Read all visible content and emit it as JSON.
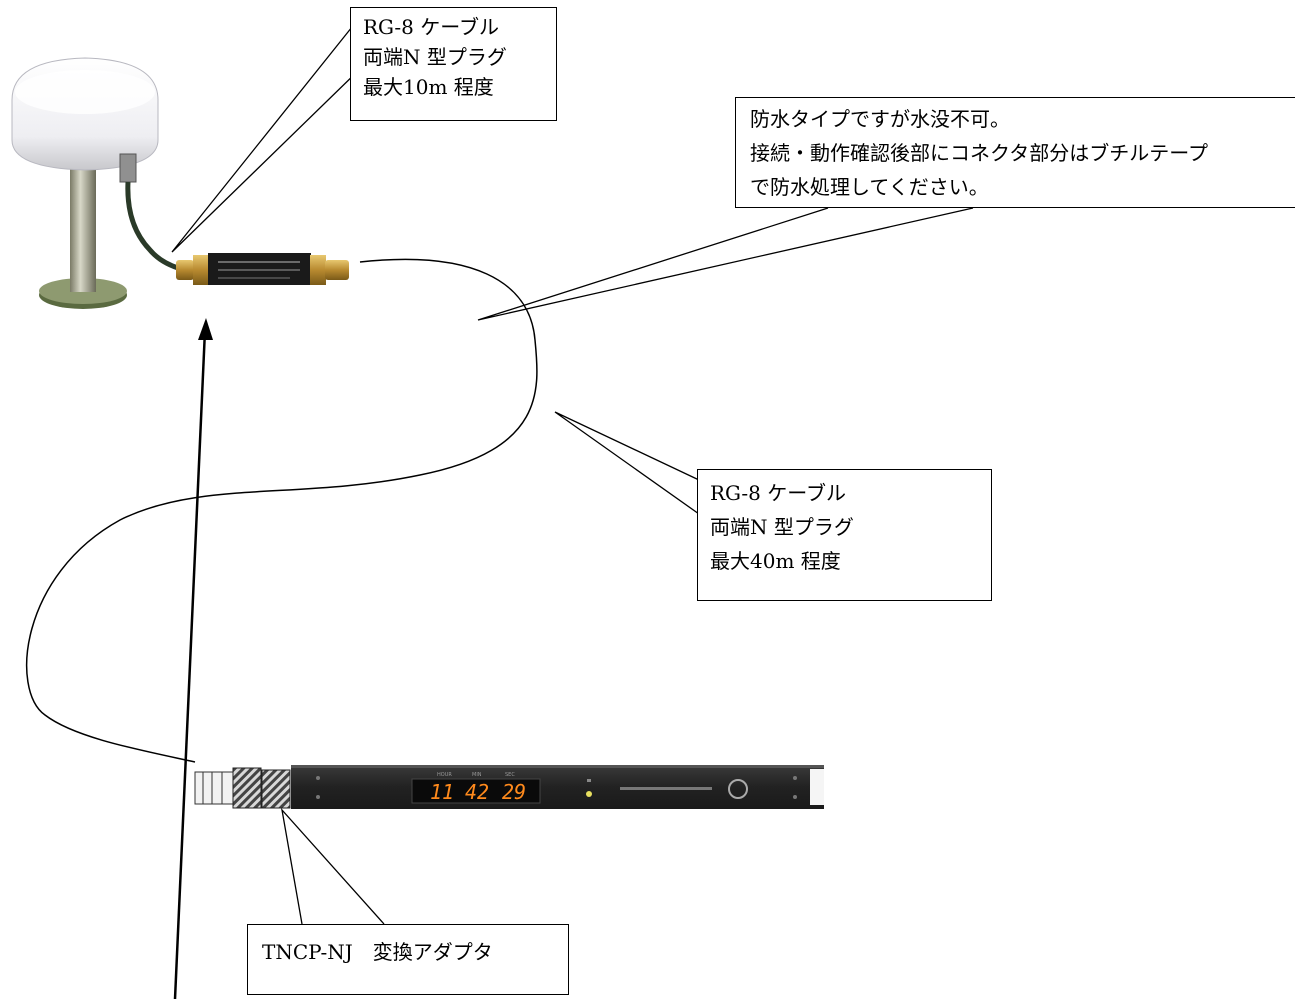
{
  "callouts": {
    "antenna_cable": {
      "line1": "RG-8 ケーブル",
      "line2": "両端N 型プラグ",
      "line3": "最大10m 程度"
    },
    "waterproof_note": {
      "line1": "防水タイプですが水没不可。",
      "line2": "接続・動作確認後部にコネクタ部分はブチルテープ",
      "line3": "で防水処理してください。"
    },
    "main_cable": {
      "line1": "RG-8 ケーブル",
      "line2": "両端N 型プラグ",
      "line3": "最大40m 程度"
    },
    "adapter": {
      "part": "TNCP-NJ",
      "desc": "変換アダプタ"
    }
  },
  "device": {
    "display_hh": "11",
    "display_mm": "42",
    "display_ss": "29"
  },
  "colors": {
    "antenna_dome": "#f2f2f4",
    "brass": "#c9a040",
    "rack_panel": "#2b2b2b",
    "led_digits": "#ff8a1c",
    "led_status": "#e8e060"
  }
}
